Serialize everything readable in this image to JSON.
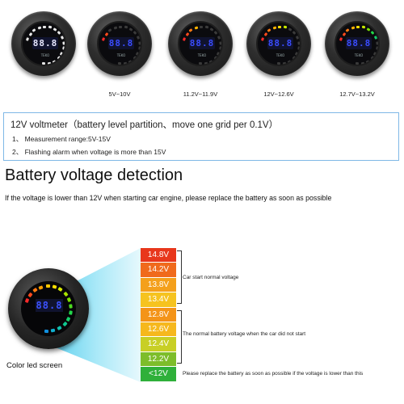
{
  "meters": [
    {
      "reading": "88.8",
      "lcd_color": "#e8e8ff",
      "label": "",
      "segments_lit": 0
    },
    {
      "reading": "88.8",
      "lcd_color": "#3a4cff",
      "label": "5V~10V",
      "segments_lit": 2
    },
    {
      "reading": "88.8",
      "lcd_color": "#3a4cff",
      "label": "11.2V~11.9V",
      "segments_lit": 4
    },
    {
      "reading": "88.8",
      "lcd_color": "#3a4cff",
      "label": "12V~12.6V",
      "segments_lit": 6
    },
    {
      "reading": "88.8",
      "lcd_color": "#3a4cff",
      "label": "12.7V~13.2V",
      "segments_lit": 9
    }
  ],
  "segment_colors": [
    "#ff2a2a",
    "#ff4a1c",
    "#ff7a12",
    "#ffb400",
    "#ffe000",
    "#c8ea00",
    "#7be000",
    "#22d84a",
    "#14cf6a"
  ],
  "meter_tiny_text": "TEKO",
  "info": {
    "title": "12V voltmeter（battery level partition、move one grid per 0.1V）",
    "line1": "1、 Measurement range:5V-15V",
    "line2": "2、 Flashing alarm when voltage is more than 15V"
  },
  "heading": "Battery voltage detection",
  "subheading": "If the voltage is lower than 12V when starting car engine, please replace the battery as soon as possible",
  "scale": [
    {
      "label": "14.8V",
      "color": "#e8371c"
    },
    {
      "label": "14.2V",
      "color": "#f06a1c"
    },
    {
      "label": "13.8V",
      "color": "#f4a01c"
    },
    {
      "label": "13.4V",
      "color": "#f6c31f"
    },
    {
      "label": "12.8V",
      "color": "#f49419"
    },
    {
      "label": "12.6V",
      "color": "#f6b81d"
    },
    {
      "label": "12.4V",
      "color": "#c8cf25"
    },
    {
      "label": "12.2V",
      "color": "#7dbd2a"
    },
    {
      "label": "<12V",
      "color": "#2fb03a"
    }
  ],
  "annotations": {
    "start": "Car start normal voltage",
    "normal": "The normal battery voltage when the car did not start",
    "replace": "Please replace the battery as soon as possible if the voltage is lower than this"
  },
  "big_meter": {
    "reading": "88.8",
    "caption": "Color led screen"
  }
}
